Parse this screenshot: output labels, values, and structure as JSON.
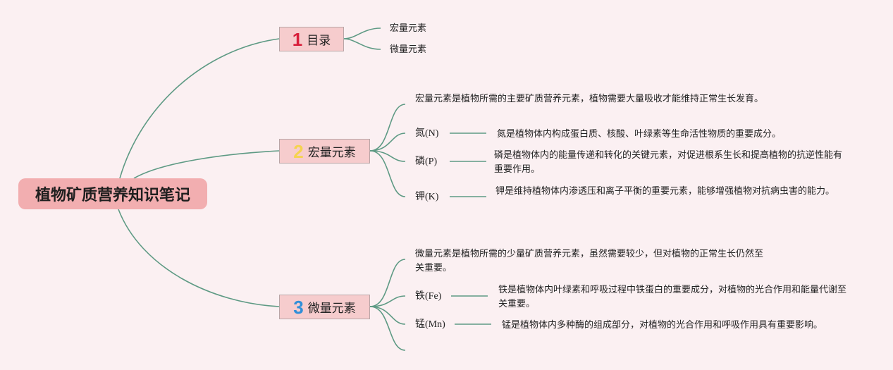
{
  "root": {
    "title": "植物矿质营养知识笔记"
  },
  "branches": [
    {
      "num": "1",
      "title": "目录",
      "num_color": "#d81e3a",
      "children": [
        "宏量元素",
        "微量元素"
      ]
    },
    {
      "num": "2",
      "title": "宏量元素",
      "num_color": "#f5d34f",
      "intro": "宏量元素是植物所需的主要矿质营养元素，植物需要大量吸收才能维持正常生长发育。",
      "items": [
        {
          "label": "氮(N)",
          "desc": "氮是植物体内构成蛋白质、核酸、叶绿素等生命活性物质的重要成分。"
        },
        {
          "label": "磷(P)",
          "desc": "磷是植物体内的能量传递和转化的关键元素，对促进根系生长和提高植物的抗逆性能有重要作用。"
        },
        {
          "label": "钾(K)",
          "desc": "钾是维持植物体内渗透压和离子平衡的重要元素，能够增强植物对抗病虫害的能力。"
        }
      ]
    },
    {
      "num": "3",
      "title": "微量元素",
      "num_color": "#2f8fd9",
      "intro": "微量元素是植物所需的少量矿质营养元素，虽然需要较少，但对植物的正常生长仍然至关重要。",
      "items": [
        {
          "label": "铁(Fe)",
          "desc": "铁是植物体内叶绿素和呼吸过程中铁蛋白的重要成分，对植物的光合作用和能量代谢至关重要。"
        },
        {
          "label": "锰(Mn)",
          "desc": "锰是植物体内多种酶的组成部分，对植物的光合作用和呼吸作用具有重要影响。"
        }
      ]
    }
  ]
}
